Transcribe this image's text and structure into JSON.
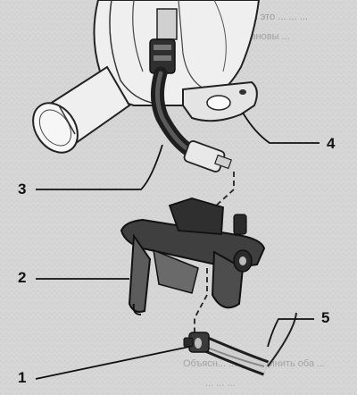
{
  "callouts": [
    {
      "id": "1",
      "label": "1"
    },
    {
      "id": "2",
      "label": "2"
    },
    {
      "id": "3",
      "label": "3"
    },
    {
      "id": "4",
      "label": "4"
    },
    {
      "id": "5",
      "label": "5"
    }
  ],
  "bleed_text": {
    "top_line_1": "...ь для это ... ... ...",
    "top_line_2": "...шлановы ...",
    "bottom_line_1": "Объясн... ...едсоединить оба ...",
    "bottom_line_2": "... ... ..."
  },
  "colors": {
    "background": "#dcdcdc",
    "ink": "#111111",
    "dark_part": "#3a3a3a",
    "mid_part": "#8a8a8a",
    "light_part": "#f0f0f0"
  }
}
